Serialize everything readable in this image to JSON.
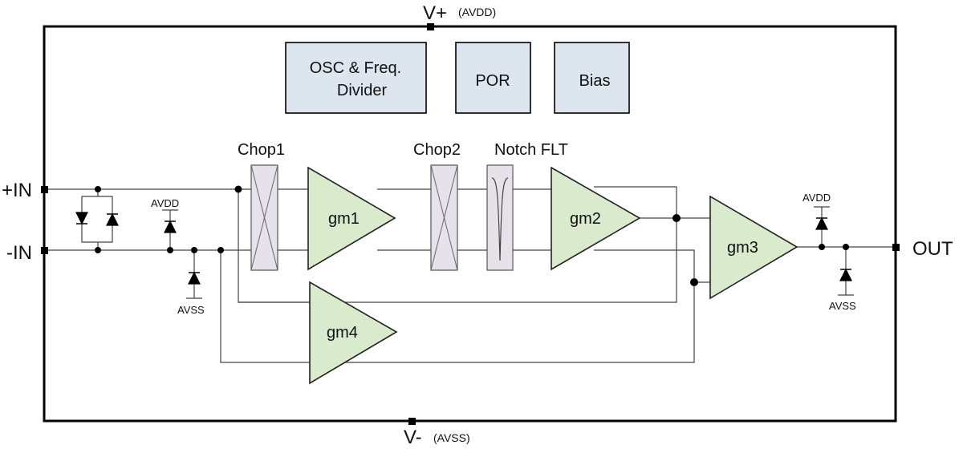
{
  "supply": {
    "vplus_label": "V+",
    "vplus_note": "(AVDD)",
    "vminus_label": "V-",
    "vminus_note": "(AVSS)"
  },
  "pins": {
    "in_plus": "+IN",
    "in_minus": "-IN",
    "out": "OUT"
  },
  "blocks": {
    "osc_line1": "OSC & Freq.",
    "osc_line2": "Divider",
    "por": "POR",
    "bias": "Bias"
  },
  "stages": {
    "chop1": "Chop1",
    "chop2": "Chop2",
    "notch": "Notch FLT",
    "gm1": "gm1",
    "gm2": "gm2",
    "gm3": "gm3",
    "gm4": "gm4"
  },
  "protection": {
    "input_avdd": "AVDD",
    "input_avss": "AVSS",
    "output_avdd": "AVDD",
    "output_avss": "AVSS"
  }
}
